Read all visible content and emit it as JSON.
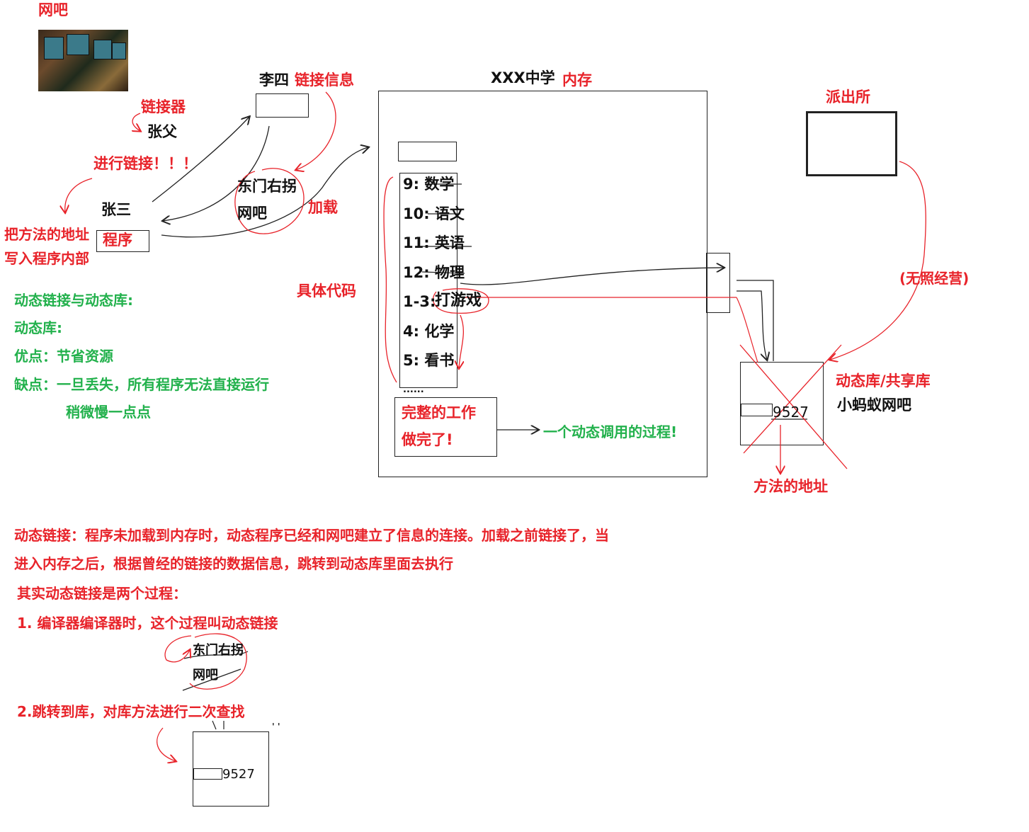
{
  "top_left": {
    "title": "网吧"
  },
  "left": {
    "linker_label": "链接器",
    "zhang_fu": "张父",
    "linking": "进行链接！！！",
    "zhang_san": "张三",
    "write_addr_line1": "把方法的地址",
    "write_addr_line2": "写入程序内部",
    "program": "程序"
  },
  "li_si": {
    "name": "李四",
    "info": "链接信息"
  },
  "dongmen": {
    "line1": "东门右拐",
    "line2": "网吧",
    "load": "加载"
  },
  "school": {
    "title": "XXX中学",
    "memory": "内存",
    "schedule": [
      "9: 数学",
      "10: 语文",
      "11: 英语",
      "12: 物理",
      "1-3: ",
      "4: 化学",
      "5: 看书"
    ],
    "game": "打游戏",
    "ellipsis": "......",
    "done_line1": "完整的工作",
    "done_line2": "做完了!",
    "code_label": "具体代码"
  },
  "dynamic_call": "一个动态调用的过程!",
  "police": {
    "label": "派出所",
    "unlicensed": "(无照经营)"
  },
  "library": {
    "label": "动态库/共享库",
    "name": "小蚂蚁网吧",
    "number": "9527",
    "method_addr": "方法的地址"
  },
  "notes_green": [
    "动态链接与动态库:",
    "动态库:",
    "优点：节省资源",
    "缺点：一旦丢失，所有程序无法直接运行",
    "稍微慢一点点"
  ],
  "notes_red": {
    "line1": "动态链接：程序未加载到内存时，动态程序已经和网吧建立了信息的连接。加载之前链接了，当",
    "line2": "进入内存之后，根据曾经的链接的数据信息，跳转到动态库里面去执行",
    "line3": "其实动态链接是两个过程：",
    "step1": "1. 编译器编译器时，这个过程叫动态链接",
    "step2": "2.跳转到库，对库方法进行二次查找"
  },
  "bottom": {
    "line1": "东门右拐",
    "line2": "网吧",
    "number": "9527"
  },
  "colors": {
    "red": "#e8232a",
    "green": "#22b14c",
    "black": "#111111"
  }
}
